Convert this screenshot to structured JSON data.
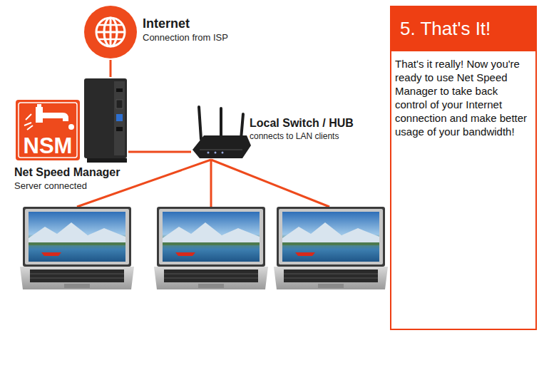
{
  "diagram": {
    "nodes": [
      {
        "text": [
          "Internet",
          "Connection from ISP"
        ]
      },
      {
        "text": [
          "Net Speed Manager",
          "Server connected"
        ]
      },
      {
        "text": [
          "Local Switch / HUB",
          "connects to LAN clients"
        ]
      },
      {
        "text": [
          "5. That's It!",
          "That's it really! Now you're ready to use Net Speed Manager to take back control of your Internet connection and make better usage of your bandwidth!"
        ]
      }
    ],
    "edges": [
      {
        "from": 0,
        "to": 1,
        "arrow": "none"
      },
      {
        "from": 1,
        "to": 2,
        "arrow": "none"
      }
    ],
    "labels": [
      "NSM"
    ]
  }
}
